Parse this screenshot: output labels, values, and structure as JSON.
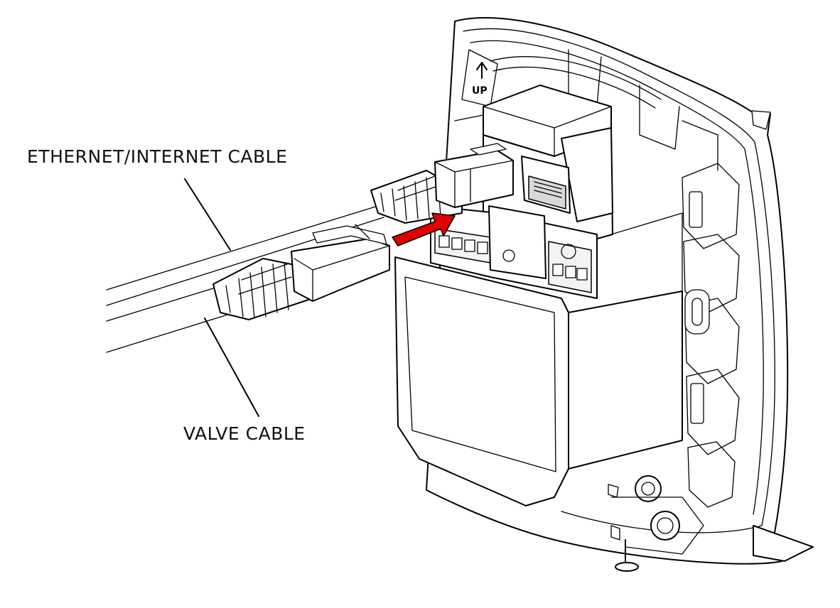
{
  "labels": {
    "ethernet_cable": "ETHERNET/INTERNET CABLE",
    "valve_cable": "VALVE CABLE",
    "up_marking": "UP"
  },
  "colors": {
    "arrow": "#e00000",
    "line": "#000000",
    "background": "#ffffff"
  }
}
